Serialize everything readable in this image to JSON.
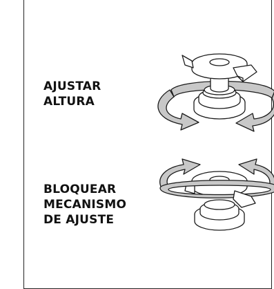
{
  "instructions": [
    {
      "lines": [
        "AJUSTAR",
        "ALTURA"
      ],
      "rotation": "counter-rotating arrows"
    },
    {
      "lines": [
        "BLOQUEAR",
        "MECANISMO",
        "DE AJUSTE"
      ],
      "rotation": "arrows turning upward"
    }
  ],
  "colors": {
    "arrow_fill": "#c8c8c8",
    "line": "#1a1a1a",
    "background": "#ffffff"
  }
}
